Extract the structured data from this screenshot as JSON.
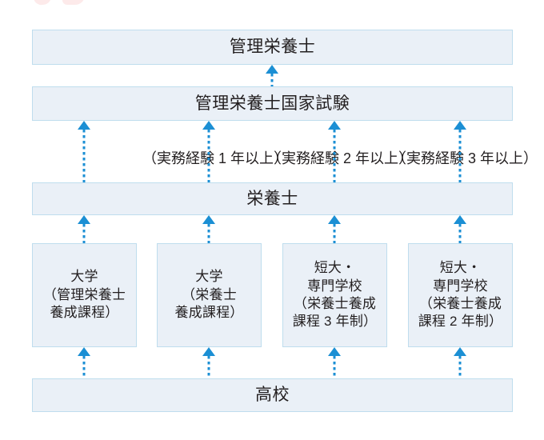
{
  "diagram": {
    "type": "flowchart",
    "title_visible": false,
    "colors": {
      "box_fill": "#eaf0f7",
      "box_border": "#bfddee",
      "arrow": "#1b8fd4",
      "text": "#231f20",
      "artifact_pink": "#fdeaea"
    },
    "bars": {
      "top": {
        "label": "管理栄養士"
      },
      "exam": {
        "label": "管理栄養士国家試験"
      },
      "middle": {
        "label": "栄養士"
      },
      "bottom": {
        "label": "高校"
      }
    },
    "notes": [
      {
        "label": "（実務経験 1 年以上）"
      },
      {
        "label": "（実務経験 2 年以上）"
      },
      {
        "label": "（実務経験 3 年以上）"
      }
    ],
    "columns": [
      {
        "label": "大学\n（管理栄養士\n養成課程）"
      },
      {
        "label": "大学\n（栄養士\n養成課程）"
      },
      {
        "label": "短大・\n専門学校\n（栄養士養成\n課程 3 年制）"
      },
      {
        "label": "短大・\n専門学校\n（栄養士養成\n課程 2 年制）"
      }
    ]
  }
}
